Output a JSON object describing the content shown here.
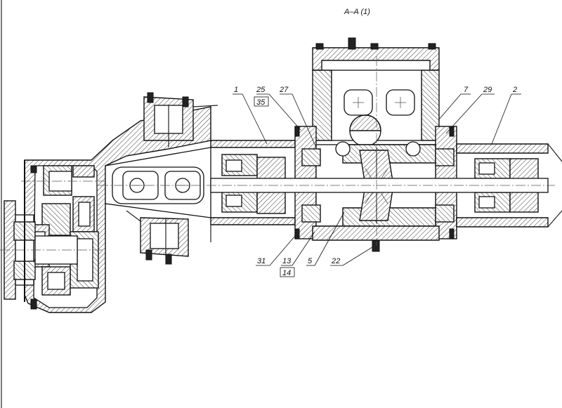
{
  "section_title": "A–A (1)",
  "callouts": {
    "c1": "1",
    "c25": "25",
    "c35": "35",
    "c27": "27",
    "c7": "7",
    "c29": "29",
    "c2": "2",
    "c31": "31",
    "c13": "13",
    "c14": "14",
    "c5": "5",
    "c22": "22"
  },
  "colors": {
    "line": "#111111",
    "background": "#ffffff"
  }
}
